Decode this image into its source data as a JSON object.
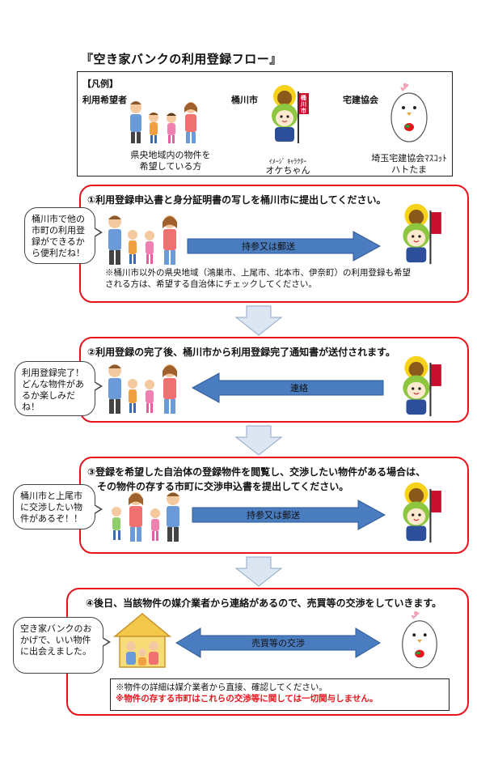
{
  "title": "『空き家バンクの利用登録フロー』",
  "legend": {
    "header": "【凡例】",
    "applicant_label": "利用希望者",
    "applicant_desc": "県央地域内の物件を\n希望している方",
    "city_label": "桶川市",
    "mascot_caption_small": "ｲﾒｰｼﾞ ｷｬﾗｸﾀｰ",
    "mascot_name": "オケちゃん",
    "assoc_label": "宅建協会",
    "assoc_mascot_caption": "埼玉宅建協会ﾏｽｺｯﾄ",
    "assoc_mascot_name": "ハトたま",
    "banner_text": "桶川市"
  },
  "steps": [
    {
      "title": "①利用登録申込書と身分証明書の写しを桶川市に提出してください。",
      "bubble": "桶川市で他の市町の利用登録ができるから便利だね！",
      "arrow_label": "持参又は郵送",
      "note": "※桶川市以外の県央地域（鴻巣市、上尾市、北本市、伊奈町）の利用登録も希望\nされる方は、希望する自治体にチェックしてください。"
    },
    {
      "title": "②利用登録の完了後、桶川市から利用登録完了通知書が送付されます。",
      "bubble": "利用登録完了！どんな物件があるか楽しみだね！",
      "arrow_label": "連絡"
    },
    {
      "title": "③登録を希望した自治体の登録物件を閲覧し、交渉したい物件がある場合は、",
      "title2": "その物件の存する市町に交渉申込書を提出してください。",
      "bubble": "桶川市と上尾市に交渉したい物件があるぞ！！",
      "arrow_label": "持参又は郵送"
    },
    {
      "title": "④後日、当該物件の媒介業者から連絡があるので、売買等の交渉をしていきます。",
      "bubble": "空き家バンクのおかげで、いい物件に出会えました。",
      "arrow_label": "売買等の交渉",
      "note_line1": "※物件の詳細は媒介業者から直接、確認してください。",
      "note_line2": "※物件の存する市町はこれらの交渉等に関しては一切関与しません。"
    }
  ],
  "colors": {
    "step_border": "#e8141c",
    "arrow_fill": "#4a7cc0",
    "down_arrow_fill": "#dce6f2",
    "warning_text": "#e8141c"
  }
}
